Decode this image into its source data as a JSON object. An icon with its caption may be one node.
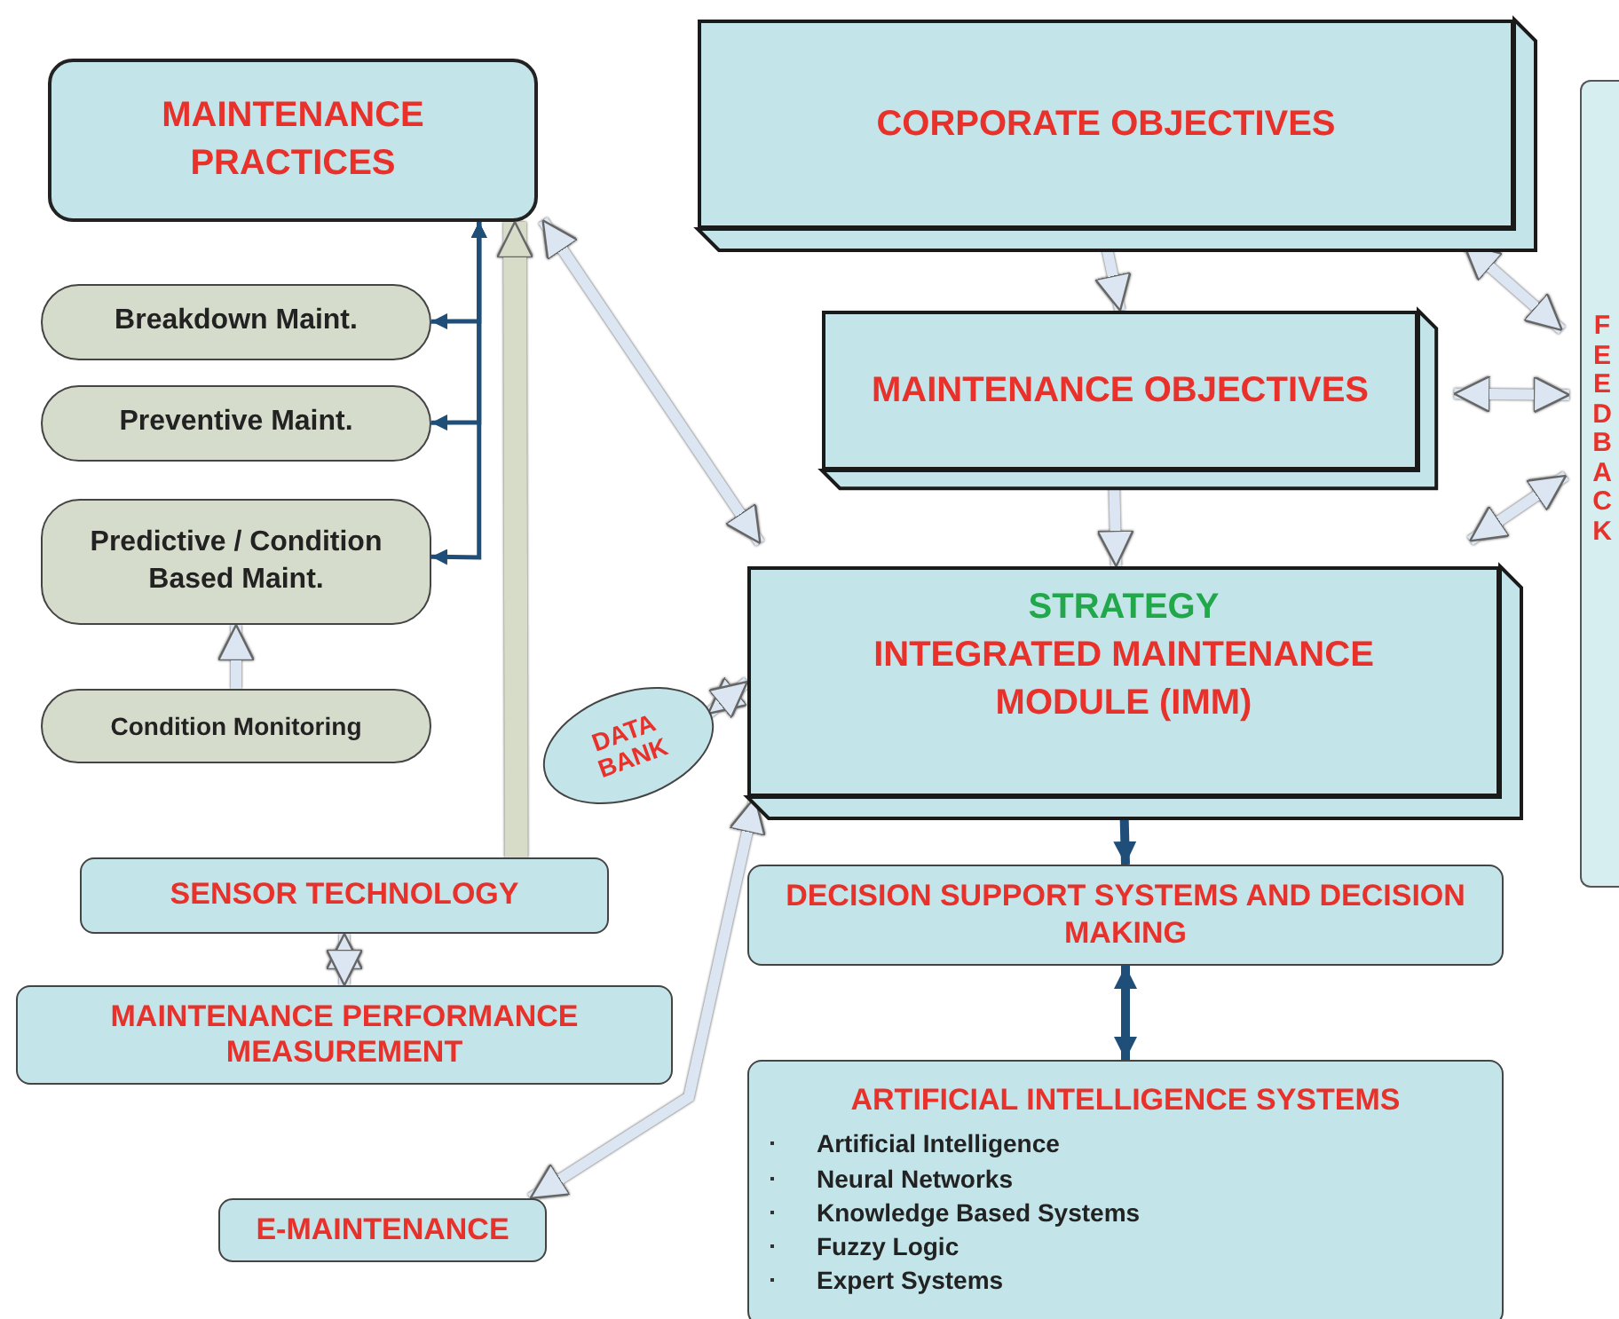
{
  "diagram": {
    "nodes": [
      {
        "text": [
          "MAINTENANCE PRACTICES"
        ]
      },
      {
        "text": [
          "CORPORATE OBJECTIVES"
        ]
      },
      {
        "text": [
          "FEEDBACK"
        ]
      },
      {
        "text": [
          "Breakdown Maint."
        ]
      },
      {
        "text": [
          "Preventive Maint."
        ]
      },
      {
        "text": [
          "MAINTENANCE OBJECTIVES"
        ]
      },
      {
        "text": [
          "Predictive / Condition Based Maint."
        ]
      },
      {
        "text": [
          "STRATEGY",
          "INTEGRATED MAINTENANCE MODULE (IMM)"
        ]
      },
      {
        "text": [
          "Condition Monitoring"
        ]
      },
      {
        "text": [
          "DATA BANK"
        ]
      },
      {
        "text": [
          "SENSOR TECHNOLOGY"
        ]
      },
      {
        "text": [
          "DECISION SUPPORT SYSTEMS AND DECISION MAKING"
        ]
      },
      {
        "text": [
          "MAINTENANCE PERFORMANCE MEASUREMENT"
        ]
      },
      {
        "text": [
          "ARTIFICIAL INTELLIGENCE SYSTEMS",
          "Artificial Intelligence",
          "Neural Networks",
          "Knowledge Based Systems",
          "Fuzzy Logic",
          "Expert Systems"
        ]
      },
      {
        "text": [
          "E-MAINTENANCE"
        ]
      }
    ],
    "edges": [
      {
        "from": 1,
        "to": 5,
        "arrow": "to"
      },
      {
        "from": 5,
        "to": 7,
        "arrow": "to"
      },
      {
        "from": 1,
        "to": 2,
        "arrow": "both"
      },
      {
        "from": 5,
        "to": 2,
        "arrow": "both"
      },
      {
        "from": 7,
        "to": 2,
        "arrow": "both"
      },
      {
        "from": 0,
        "to": 7,
        "arrow": "both"
      },
      {
        "from": 9,
        "to": 7,
        "arrow": "both"
      },
      {
        "from": 7,
        "to": 11,
        "arrow": "both",
        "color": "#1f4e79"
      },
      {
        "from": 11,
        "to": 13,
        "arrow": "both",
        "color": "#1f4e79"
      },
      {
        "from": 10,
        "to": 12,
        "arrow": "both"
      },
      {
        "from": 14,
        "to": 7,
        "arrow": "both"
      },
      {
        "from": 8,
        "to": 6,
        "arrow": "to"
      },
      {
        "from": 10,
        "to": 0,
        "arrow": "to",
        "style": "thick",
        "color": "#d6dcc8"
      },
      {
        "from": 0,
        "to": 3,
        "arrow": "both",
        "color": "#1f4e79"
      },
      {
        "from": 0,
        "to": 4,
        "arrow": "both",
        "color": "#1f4e79"
      },
      {
        "from": 0,
        "to": 6,
        "arrow": "both",
        "color": "#1f4e79"
      }
    ]
  }
}
